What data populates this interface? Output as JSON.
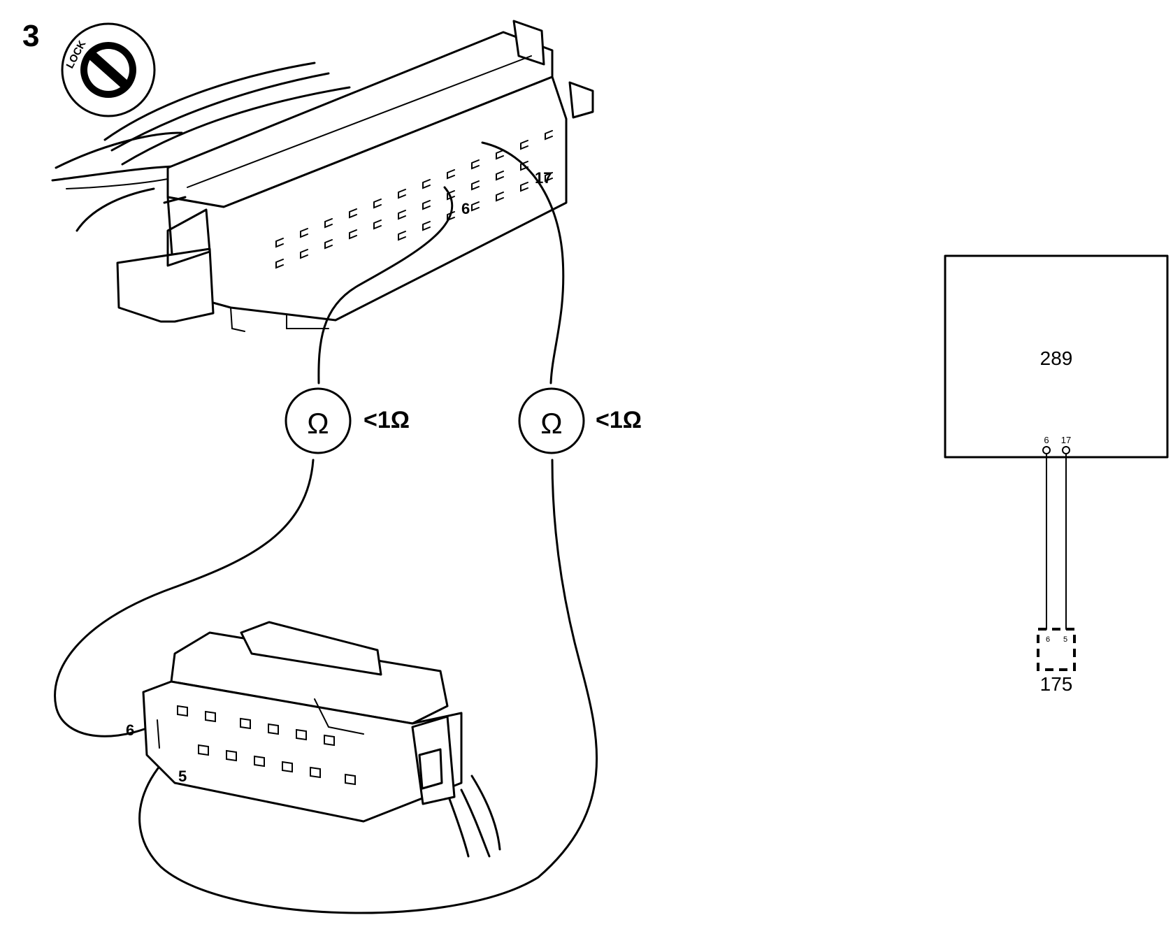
{
  "step": {
    "number": "3"
  },
  "ignition": {
    "text": "LOCK",
    "icon": "ignition-key-lock-icon"
  },
  "ecu_connector": {
    "pin_a": "6",
    "pin_b": "17"
  },
  "meters": [
    {
      "symbol": "Ω",
      "reading": "<1Ω",
      "icon": "ohmmeter-icon"
    },
    {
      "symbol": "Ω",
      "reading": "<1Ω",
      "icon": "ohmmeter-icon"
    }
  ],
  "diag_connector": {
    "pin_a": "6",
    "pin_b": "5"
  },
  "schematic": {
    "module_label": "289",
    "module_pins": [
      "6",
      "17"
    ],
    "connector_pins": [
      "6",
      "5"
    ],
    "connector_label": "175"
  }
}
